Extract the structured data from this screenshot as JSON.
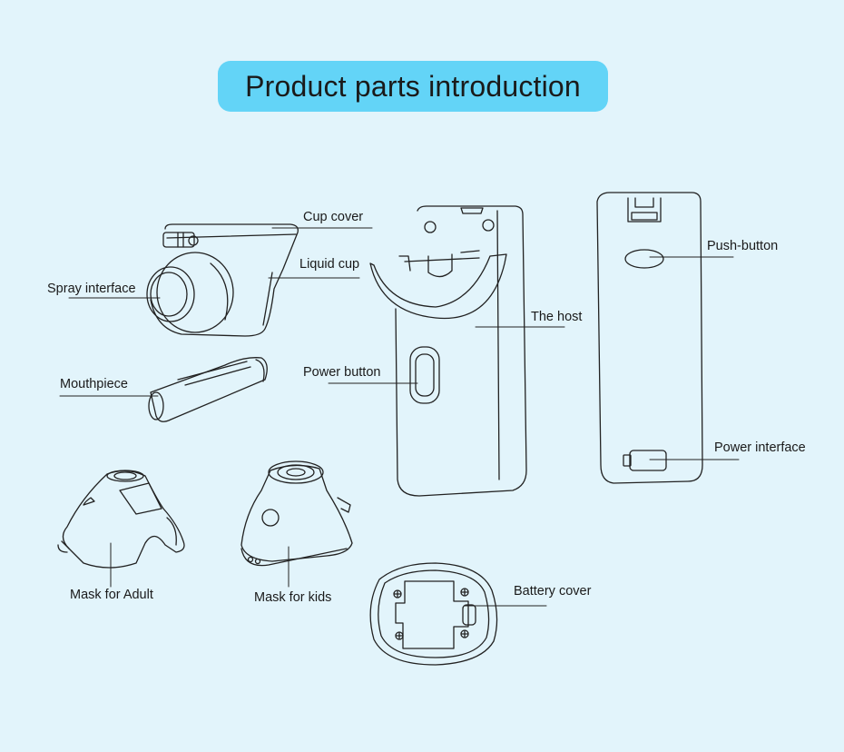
{
  "title": "Product parts introduction",
  "labels": {
    "cup_cover": "Cup cover",
    "liquid_cup": "Liquid cup",
    "spray_interface": "Spray interface",
    "mouthpiece": "Mouthpiece",
    "the_host": "The host",
    "power_button": "Power button",
    "push_button": "Push-button",
    "power_interface": "Power interface",
    "mask_adult": "Mask for Adult",
    "mask_kids": "Mask for kids",
    "battery_cover": "Battery cover"
  },
  "colors": {
    "background": "#e2f4fb",
    "title_pill": "#63d4f7",
    "line": "#222222"
  }
}
